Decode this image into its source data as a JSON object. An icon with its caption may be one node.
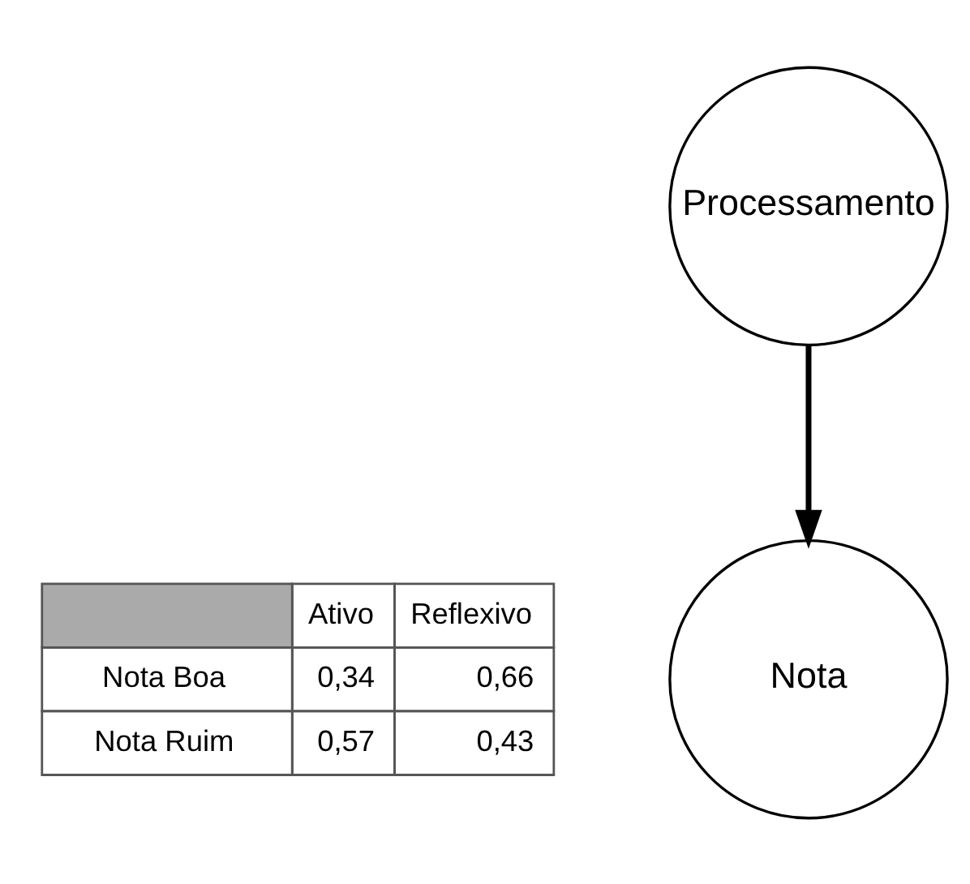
{
  "diagram": {
    "nodes": [
      {
        "text": [
          "Processamento"
        ]
      },
      {
        "text": [
          "Nota"
        ]
      }
    ],
    "edges": [
      {
        "from": 0,
        "to": 1,
        "arrow": "to"
      }
    ],
    "labels": [
      "Ativo",
      "Reflexivo",
      "Nota Boa",
      "0,34",
      "0,66",
      "Nota Ruim",
      "0,57",
      "0,43"
    ]
  }
}
